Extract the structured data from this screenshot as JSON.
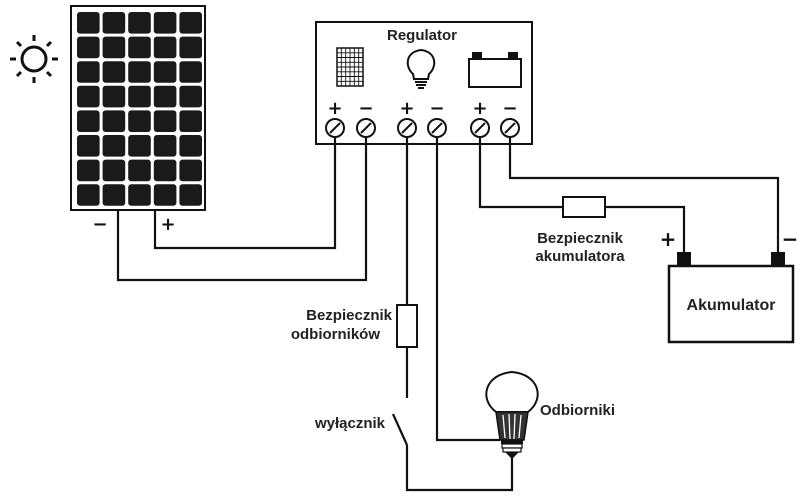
{
  "labels": {
    "regulator": "Regulator",
    "battery": "Akumulator",
    "battery_fuse_line1": "Bezpiecznik",
    "battery_fuse_line2": "akumulatora",
    "load_fuse_line1": "Bezpiecznik",
    "load_fuse_line2": "odbiorników",
    "switch": "wyłącznik",
    "loads": "Odbiorniki"
  },
  "signs": {
    "plus": "+",
    "minus": "−"
  },
  "icons": {
    "sun": "sun-icon",
    "panel": "solar-panel-icon",
    "bulb": "light-bulb-icon",
    "battery": "battery-icon"
  },
  "colors": {
    "line": "#111111",
    "panel_cell": "#1a1a1a",
    "background": "#ffffff"
  }
}
